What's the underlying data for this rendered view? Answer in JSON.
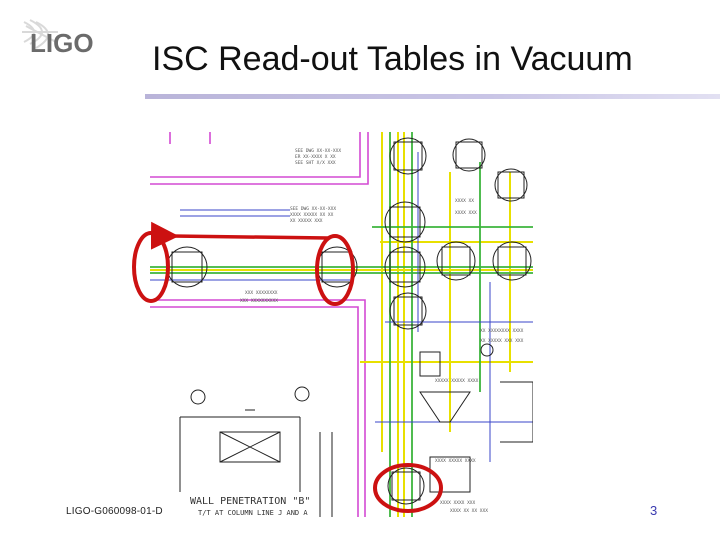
{
  "logo": {
    "text": "LIGO"
  },
  "slide": {
    "title": "ISC Read-out Tables in Vacuum",
    "doc_id": "LIGO-G060098-01-D",
    "page_number": "3"
  },
  "drawing": {
    "wall_label": "WALL PENETRATION \"B\"",
    "wall_sublabel": "T/T AT COLUMN LINE J AND A"
  },
  "colors": {
    "title_bar": "#c3bfe0",
    "annotation_red": "#cc1111",
    "drawing_magenta": "#d44ad4",
    "drawing_yellow": "#e8e000",
    "drawing_green": "#3db53d",
    "page_number": "#3a3ab0"
  }
}
